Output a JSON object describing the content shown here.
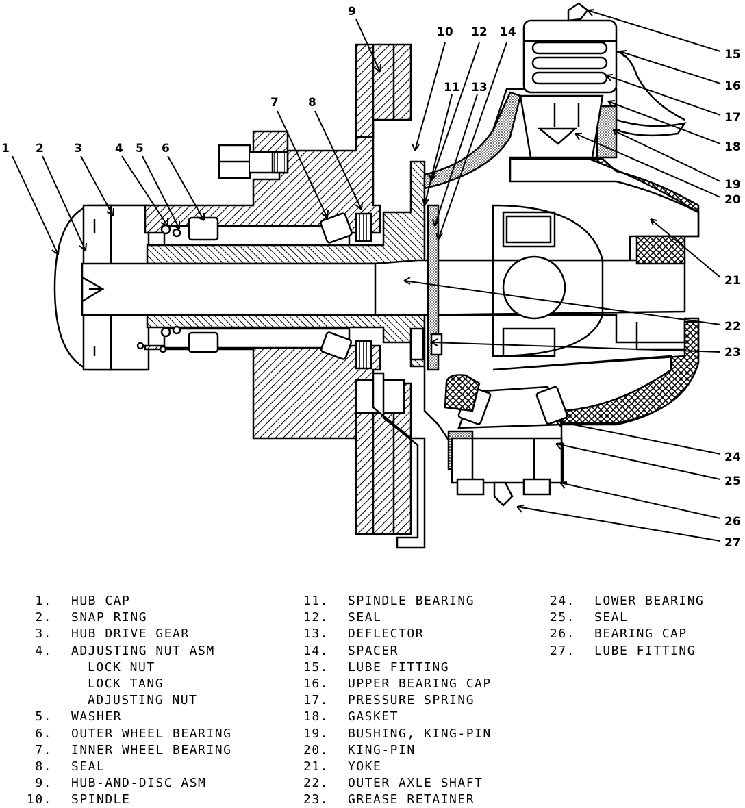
{
  "callouts": [
    "1",
    "2",
    "3",
    "4",
    "5",
    "6",
    "7",
    "8",
    "9",
    "10",
    "11",
    "12",
    "13",
    "14",
    "15",
    "16",
    "17",
    "18",
    "19",
    "20",
    "21",
    "22",
    "23",
    "24",
    "25",
    "26",
    "27"
  ],
  "legend": {
    "col1": [
      {
        "num": "1.",
        "label": "HUB CAP"
      },
      {
        "num": "2.",
        "label": "SNAP RING"
      },
      {
        "num": "3.",
        "label": "HUB DRIVE GEAR"
      },
      {
        "num": "4.",
        "label": "ADJUSTING NUT ASM"
      },
      {
        "num": "",
        "label": "LOCK NUT",
        "sub": true
      },
      {
        "num": "",
        "label": "LOCK TANG",
        "sub": true
      },
      {
        "num": "",
        "label": "ADJUSTING NUT",
        "sub": true
      },
      {
        "num": "5.",
        "label": "WASHER"
      },
      {
        "num": "6.",
        "label": "OUTER WHEEL BEARING"
      },
      {
        "num": "7.",
        "label": "INNER WHEEL BEARING"
      },
      {
        "num": "8.",
        "label": "SEAL"
      },
      {
        "num": "9.",
        "label": "HUB-AND-DISC ASM"
      },
      {
        "num": "10.",
        "label": "SPINDLE"
      }
    ],
    "col2": [
      {
        "num": "11.",
        "label": "SPINDLE BEARING"
      },
      {
        "num": "12.",
        "label": "SEAL"
      },
      {
        "num": "13.",
        "label": "DEFLECTOR"
      },
      {
        "num": "14.",
        "label": "SPACER"
      },
      {
        "num": "15.",
        "label": "LUBE FITTING"
      },
      {
        "num": "16.",
        "label": "UPPER BEARING CAP"
      },
      {
        "num": "17.",
        "label": "PRESSURE SPRING"
      },
      {
        "num": "18.",
        "label": "GASKET"
      },
      {
        "num": "19.",
        "label": "BUSHING, KING-PIN"
      },
      {
        "num": "20.",
        "label": "KING-PIN"
      },
      {
        "num": "21.",
        "label": "YOKE"
      },
      {
        "num": "22.",
        "label": "OUTER AXLE SHAFT"
      },
      {
        "num": "23.",
        "label": "GREASE RETAINER"
      }
    ],
    "col3": [
      {
        "num": "24.",
        "label": "LOWER BEARING"
      },
      {
        "num": "25.",
        "label": "SEAL"
      },
      {
        "num": "26.",
        "label": "BEARING CAP"
      },
      {
        "num": "27.",
        "label": "LUBE FITTING"
      }
    ]
  }
}
